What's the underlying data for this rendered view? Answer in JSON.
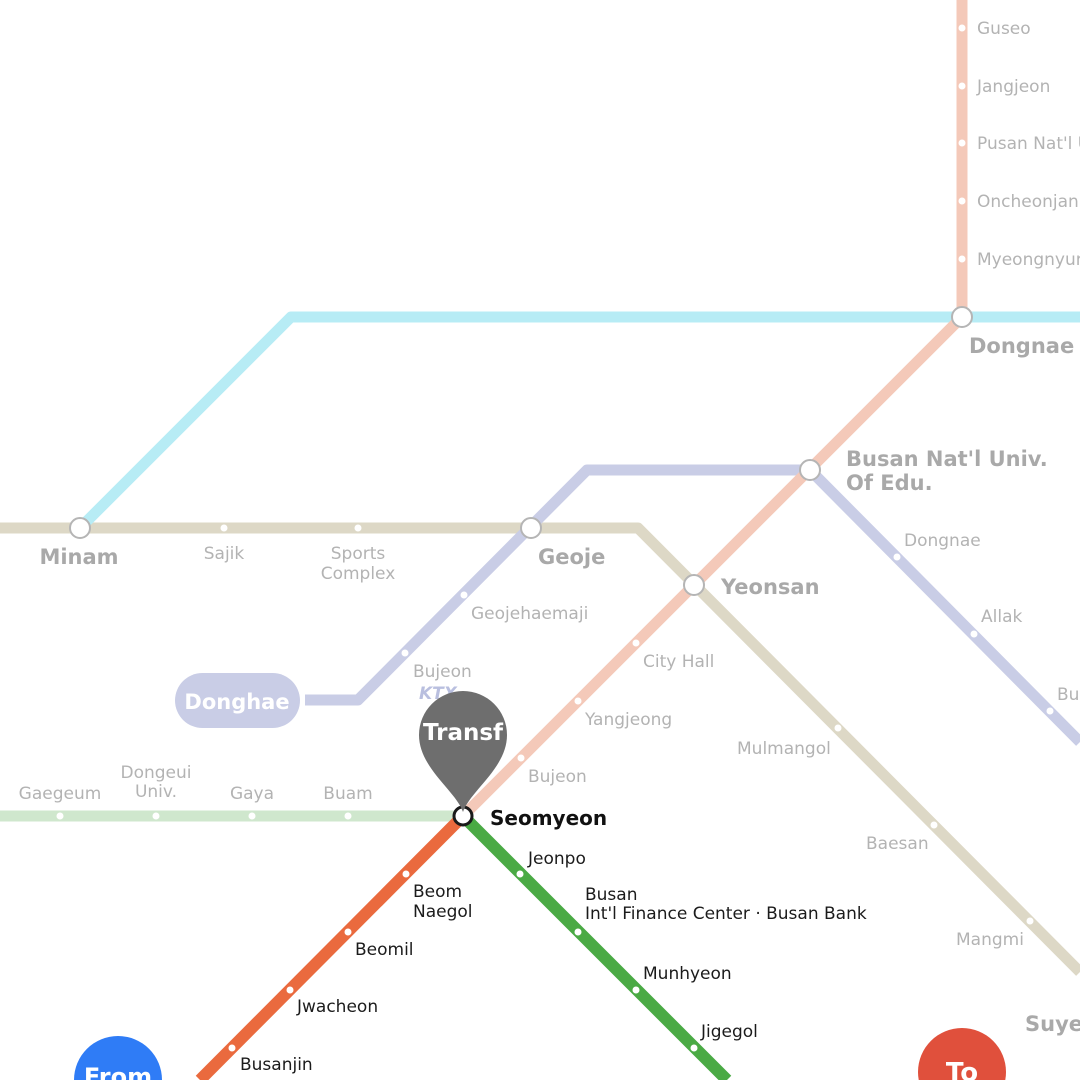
{
  "lines": {
    "line1_color": "#f4c9b9",
    "line1_active_color": "#ea6a3e",
    "line2_color": "#cfe7cd",
    "line2_active_color": "#4aaa44",
    "line3_color": "#ddd8c6",
    "line4_color": "#b7ecf5",
    "donghae_color": "#c9cde6"
  },
  "stations": {
    "guseo": "Guseo",
    "jangjeon": "Jangjeon",
    "pusan_natl": "Pusan Nat'l U",
    "oncheonjang": "Oncheonjan",
    "myeongnyun": "Myeongnyur",
    "dongnae_l1": "Dongnae",
    "busan_edu_1": "Busan Nat'l Univ.",
    "busan_edu_2": "Of Edu.",
    "minam": "Minam",
    "sajik": "Sajik",
    "sports_1": "Sports",
    "sports_2": "Complex",
    "geoje": "Geoje",
    "yeonsan": "Yeonsan",
    "dongnae_dh": "Dongnae",
    "allak": "Allak",
    "bu_cut": "Bu",
    "geojehaemaji": "Geojehaemaji",
    "city_hall": "City Hall",
    "bujeon_dh": "Bujeon",
    "ktx": "KTX",
    "donghae_pill": "Donghae",
    "yangjeong": "Yangjeong",
    "mulmangol": "Mulmangol",
    "bujeon_l1": "Bujeon",
    "gaegeum": "Gaegeum",
    "dongeui_1": "Dongeui",
    "dongeui_2": "Univ.",
    "gaya": "Gaya",
    "buam": "Buam",
    "seomyeon": "Seomyeon",
    "jeonpo": "Jeonpo",
    "baesan": "Baesan",
    "beom_1": "Beom",
    "beom_2": "Naegol",
    "busan_ifc_1": "Busan",
    "busan_ifc_2": "Int'l Finance Center · Busan Bank",
    "beomil": "Beomil",
    "mangmi": "Mangmi",
    "munhyeon": "Munhyeon",
    "jwacheon": "Jwacheon",
    "jigegol": "Jigegol",
    "suyeong": "Suyeo",
    "busanjin": "Busanjin"
  },
  "markers": {
    "transfer_label": "Transf",
    "from_label": "From",
    "to_label": "To",
    "transfer_color": "#6e6e6e",
    "from_color": "#2f7cf6",
    "to_color": "#e0503c"
  }
}
